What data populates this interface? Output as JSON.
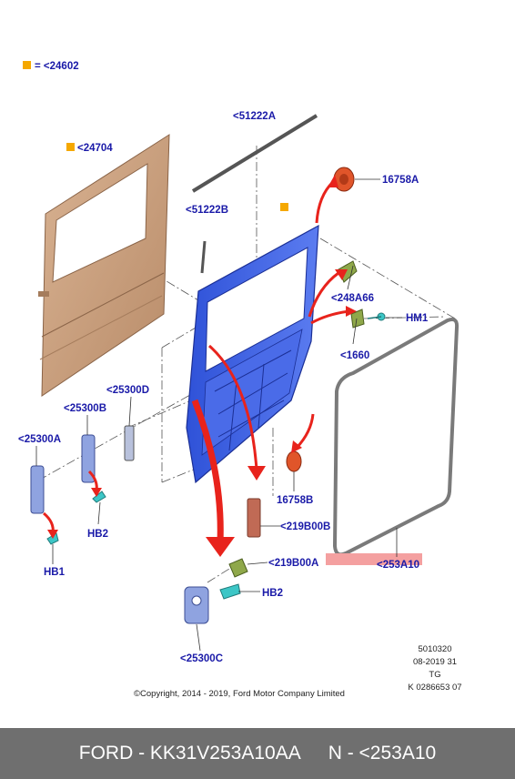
{
  "legend": {
    "text": "= <24602"
  },
  "labels": {
    "l24704": "<24704",
    "l51222A": "<51222A",
    "l51222B": "<51222B",
    "l16758A": "16758A",
    "l248A66": "<248A66",
    "lHM1": "HM1",
    "l1660": "<1660",
    "l25300D": "<25300D",
    "l25300B": "<25300B",
    "l25300A": "<25300A",
    "lHB2a": "HB2",
    "lHB1": "HB1",
    "l16758B": "16758B",
    "l219B00B": "<219B00B",
    "l219B00A": "<219B00A",
    "lHB2b": "HB2",
    "l253A10": "<253A10",
    "l25300C": "<25300C"
  },
  "meta": {
    "code": "5010320",
    "date": "08-2019 31",
    "tg": "TG",
    "kref": "K 0286653 07"
  },
  "copyright": "©Copyright, 2014 - 2019, Ford Motor Company Limited",
  "footer": {
    "part": "FORD - KK31V253A10AA",
    "ref": "N - <253A10"
  },
  "colors": {
    "label": "#1a1aa8",
    "legend_square": "#f5a800",
    "panel": "#c49a7a",
    "frame": "#3a5fe0",
    "arrow": "#e8231c",
    "highlight": "#f4a0a0"
  }
}
